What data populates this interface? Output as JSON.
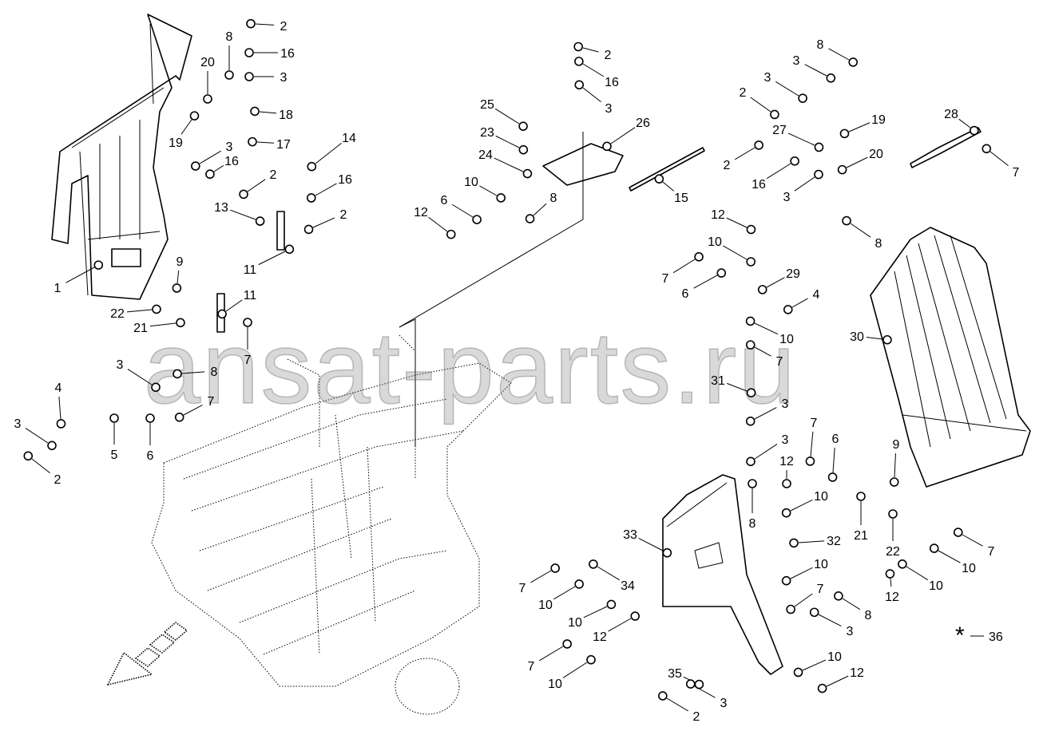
{
  "diagram": {
    "watermark": "ansat-parts.ru",
    "footnote_marker": "*",
    "footnote_number": "36",
    "callouts": [
      "2",
      "16",
      "3",
      "18",
      "17",
      "8",
      "20",
      "19",
      "3",
      "16",
      "2",
      "14",
      "16",
      "13",
      "2",
      "11",
      "11",
      "9",
      "1",
      "22",
      "21",
      "3",
      "8",
      "7",
      "7",
      "4",
      "3",
      "5",
      "6",
      "2",
      "2",
      "16",
      "3",
      "25",
      "26",
      "23",
      "24",
      "10",
      "6",
      "12",
      "8",
      "15",
      "8",
      "3",
      "3",
      "2",
      "19",
      "27",
      "2",
      "20",
      "16",
      "3",
      "28",
      "7",
      "8",
      "12",
      "10",
      "7",
      "29",
      "6",
      "4",
      "10",
      "7",
      "30",
      "31",
      "3",
      "3",
      "7",
      "6",
      "9",
      "12",
      "10",
      "8",
      "32",
      "21",
      "22",
      "33",
      "7",
      "10",
      "10",
      "12",
      "10",
      "7",
      "8",
      "3",
      "34",
      "7",
      "10",
      "10",
      "12",
      "7",
      "10",
      "35",
      "3",
      "2",
      "10",
      "12"
    ]
  }
}
